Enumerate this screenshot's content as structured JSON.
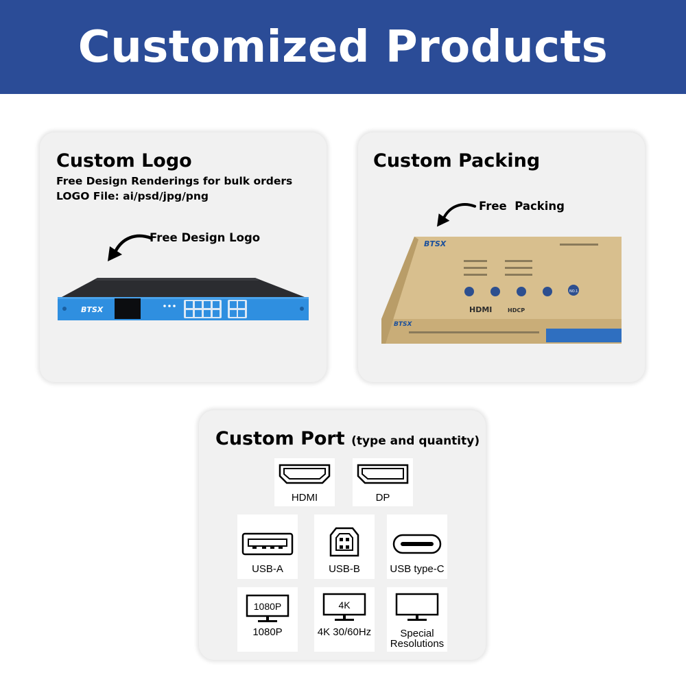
{
  "banner": {
    "title": "Customized Products",
    "color": "#2b4c97"
  },
  "logo_card": {
    "title": "Custom Logo",
    "line1": "Free Design Renderings for bulk orders",
    "line2": "LOGO File: ai/psd/jpg/png",
    "callout": "Free Design Logo",
    "device_brand": "BTSX",
    "device_color": "#2f8fe0"
  },
  "pack_card": {
    "title": "Custom Packing",
    "callout": "Free  Packing",
    "box_brand": "BTSX",
    "box_hdmi": "HDMI",
    "box_hdcp": "HDCP",
    "box_badge": "NO.1",
    "box_color": "#d8bf8e"
  },
  "port_card": {
    "title": "Custom Port",
    "title_hint": "(type and quantity)",
    "tiles": [
      {
        "icon": "hdmi-port-icon",
        "label": "HDMI"
      },
      {
        "icon": "displayport-icon",
        "label": "DP"
      },
      {
        "icon": "usb-a-port-icon",
        "label": "USB-A"
      },
      {
        "icon": "usb-b-port-icon",
        "label": "USB-B"
      },
      {
        "icon": "usb-type-c-port-icon",
        "label": "USB type-C"
      },
      {
        "icon": "monitor-1080p-icon",
        "screen_text": "1080P",
        "label": "1080P"
      },
      {
        "icon": "monitor-4k-icon",
        "screen_text": "4K",
        "label": "4K 30/60Hz"
      },
      {
        "icon": "monitor-icon",
        "label_line1": "Special",
        "label_line2": "Resolutions"
      }
    ]
  }
}
